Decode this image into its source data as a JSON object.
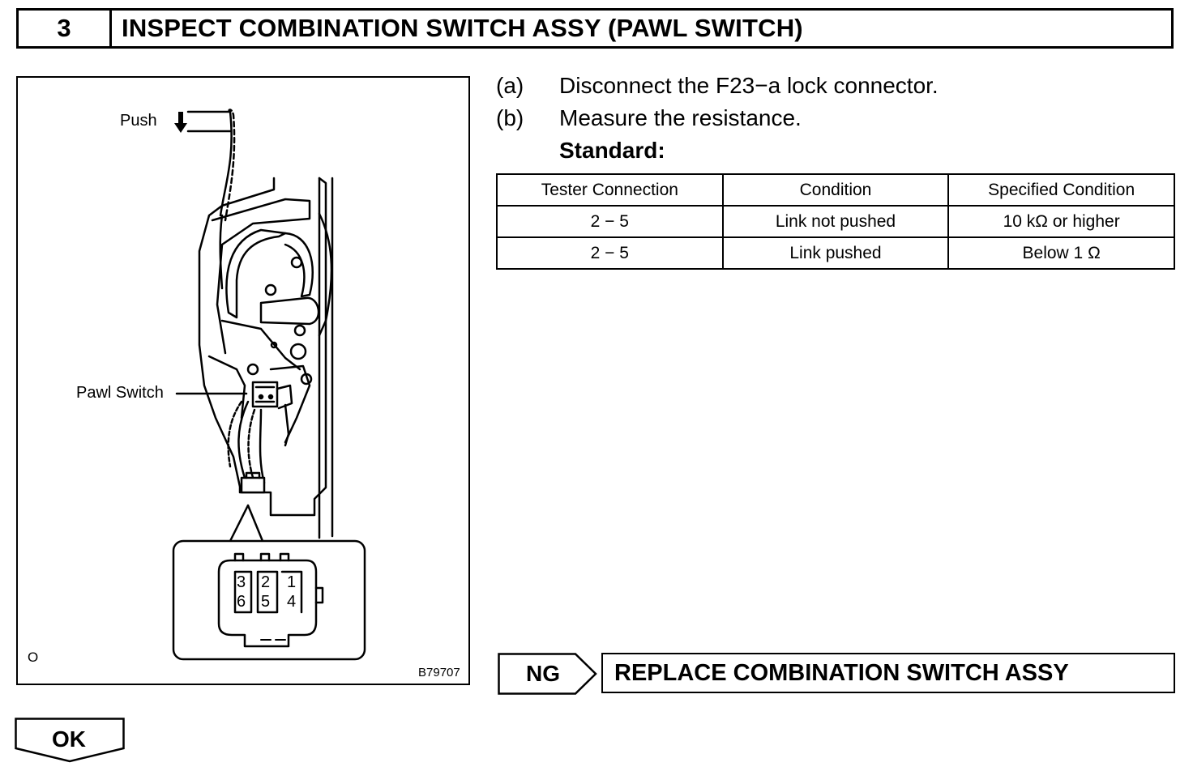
{
  "step": {
    "number": "3",
    "title": "INSPECT COMBINATION SWITCH ASSY (PAWL SWITCH)"
  },
  "figure": {
    "push_label": "Push",
    "pawl_switch_label": "Pawl Switch",
    "connector_pins_top": [
      "3",
      "2",
      "1"
    ],
    "connector_pins_bottom": [
      "6",
      "5",
      "4"
    ],
    "corner_mark": "O",
    "figure_id": "B79707"
  },
  "instructions": [
    {
      "label": "(a)",
      "text": "Disconnect the F23−a lock connector."
    },
    {
      "label": "(b)",
      "text": "Measure the resistance."
    }
  ],
  "standard_label": "Standard:",
  "table": {
    "headers": [
      "Tester Connection",
      "Condition",
      "Specified Condition"
    ],
    "rows": [
      [
        "2 − 5",
        "Link not pushed",
        "10 kΩ or higher"
      ],
      [
        "2 − 5",
        "Link pushed",
        "Below 1 Ω"
      ]
    ]
  },
  "ng": {
    "label": "NG",
    "action": "REPLACE COMBINATION SWITCH ASSY"
  },
  "ok": {
    "label": "OK"
  }
}
